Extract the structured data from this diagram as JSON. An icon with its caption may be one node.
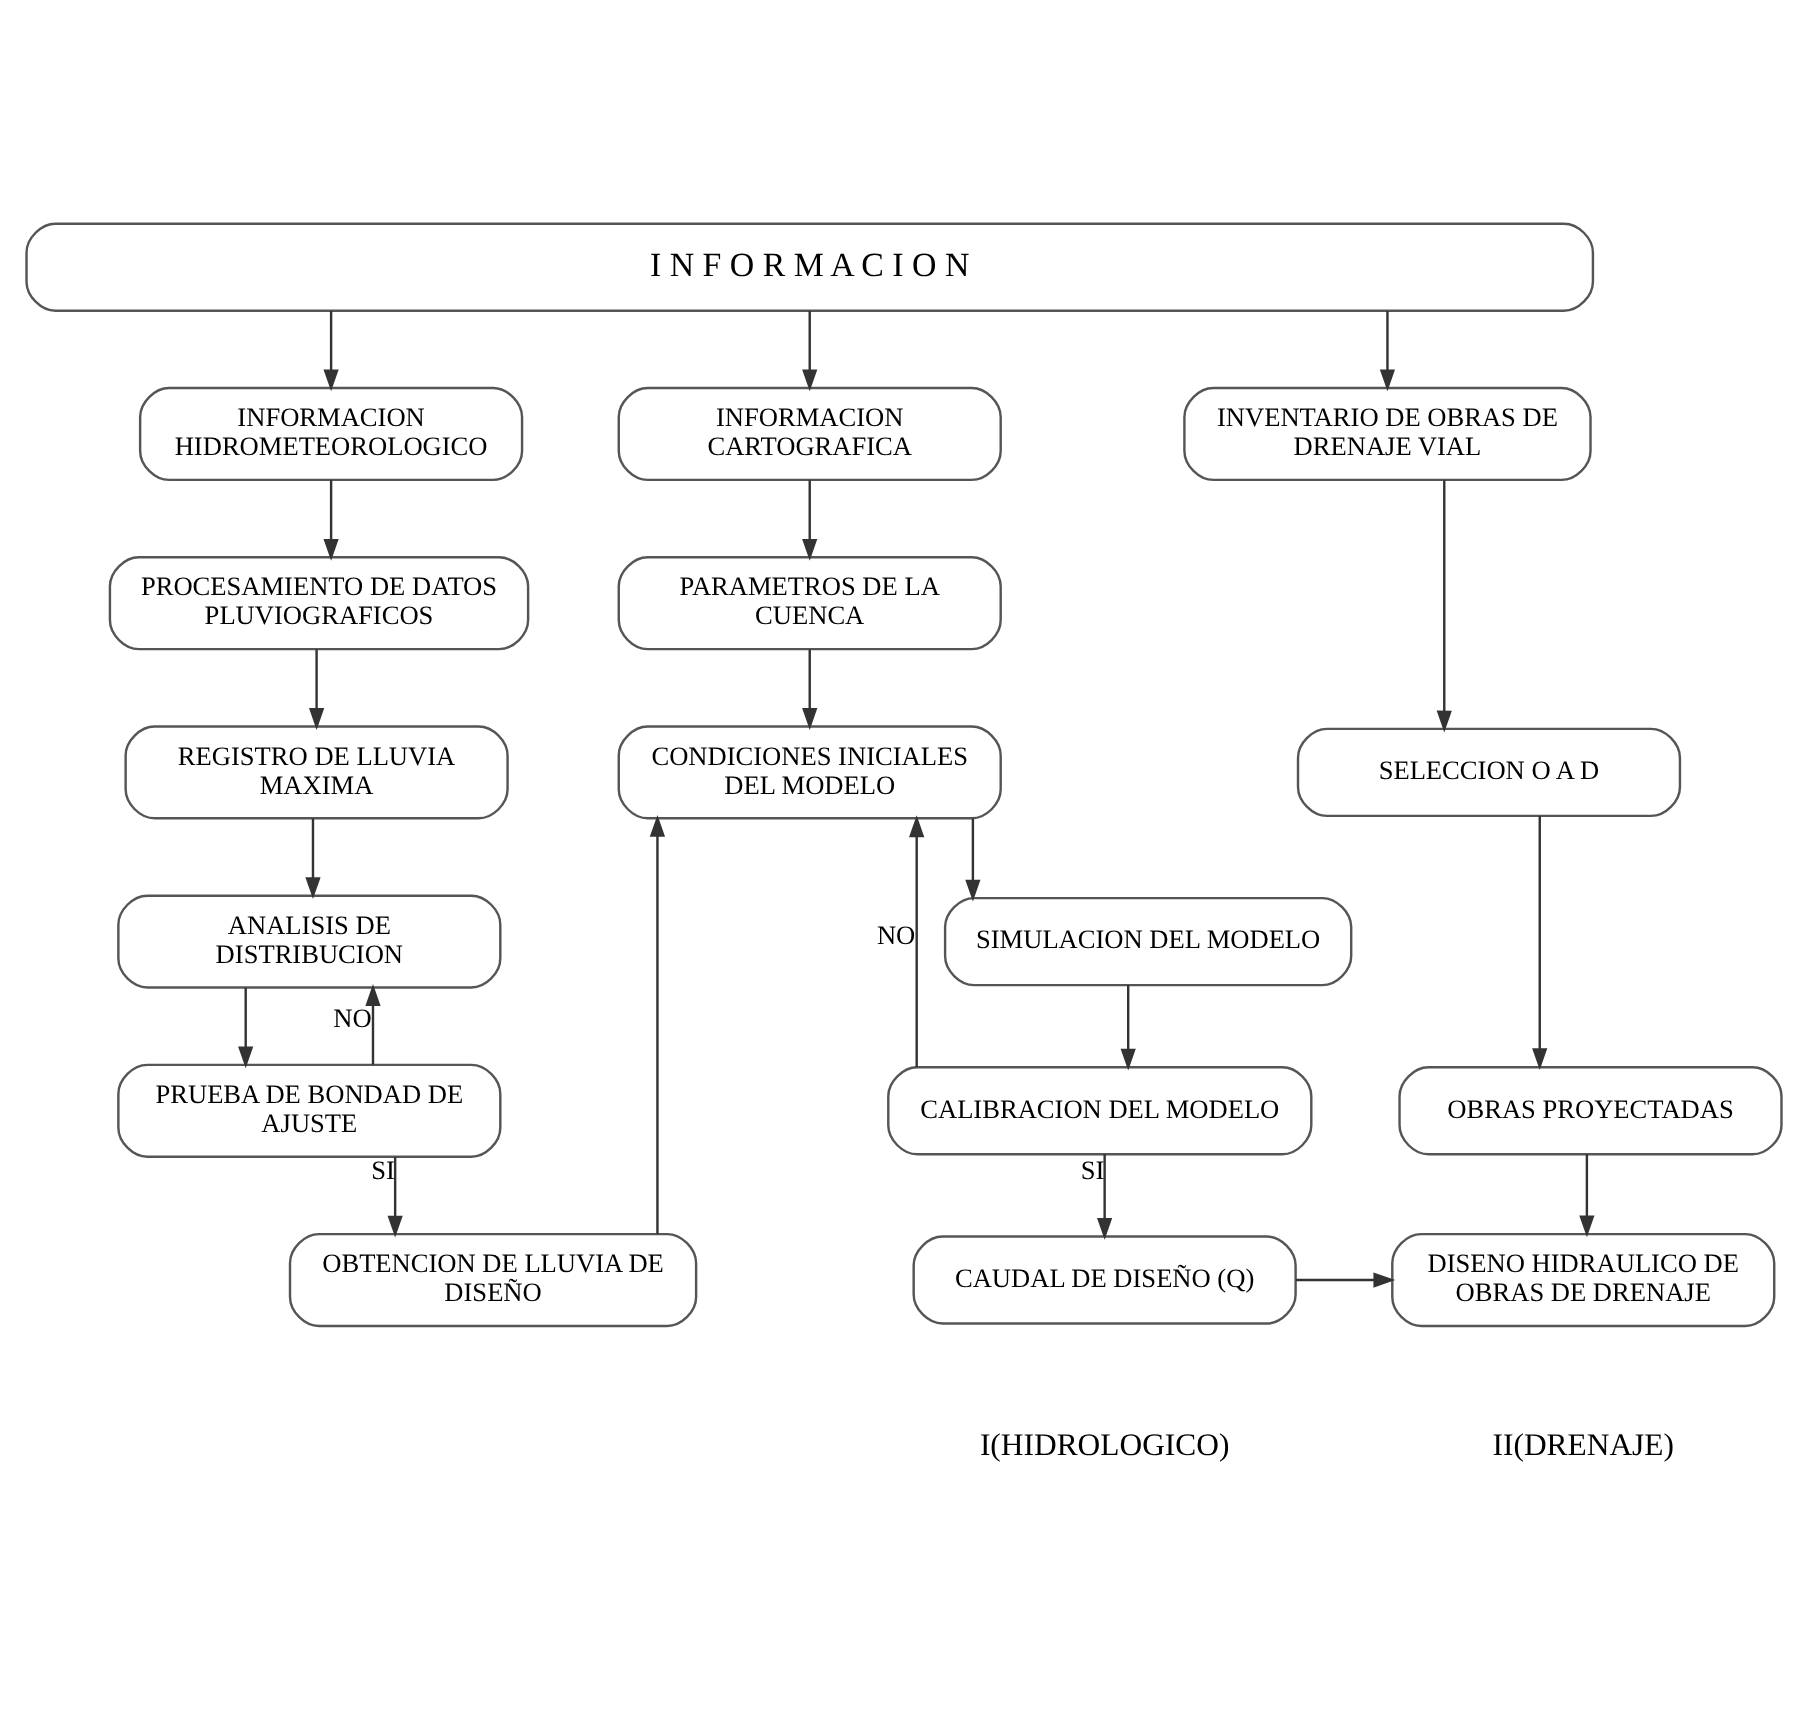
{
  "diagram": {
    "nodes": [
      {
        "text": [
          "I N F O R M A C I O N"
        ]
      },
      {
        "text": [
          "INFORMACION HIDROMETEOROLOGICO"
        ]
      },
      {
        "text": [
          "INFORMACION CARTOGRAFICA"
        ]
      },
      {
        "text": [
          "INVENTARIO DE OBRAS DE DRENAJE VIAL"
        ]
      },
      {
        "text": [
          "PROCESAMIENTO DE DATOS PLUVIOGRAFICOS"
        ]
      },
      {
        "text": [
          "PARAMETROS DE LA CUENCA"
        ]
      },
      {
        "text": [
          "REGISTRO DE LLUVIA MAXIMA"
        ]
      },
      {
        "text": [
          "CONDICIONES INICIALES DEL MODELO"
        ]
      },
      {
        "text": [
          "SELECCION O A D"
        ]
      },
      {
        "text": [
          "ANALISIS DE DISTRIBUCION"
        ]
      },
      {
        "text": [
          "SIMULACION DEL MODELO"
        ]
      },
      {
        "text": [
          "PRUEBA DE BONDAD DE AJUSTE"
        ]
      },
      {
        "text": [
          "OBRAS PROYECTADAS"
        ]
      },
      {
        "text": [
          "CALIBRACION DEL MODELO"
        ]
      },
      {
        "text": [
          "OBTENCION DE LLUVIA DE DISEÑO"
        ]
      },
      {
        "text": [
          "CAUDAL DE DISEÑO (Q)"
        ]
      },
      {
        "text": [
          "DISENO HIDRAULICO DE OBRAS DE DRENAJE"
        ]
      }
    ],
    "edges": [
      {
        "from": 0,
        "to": 1,
        "arrow": "to"
      },
      {
        "from": 0,
        "to": 2,
        "arrow": "to"
      },
      {
        "from": 0,
        "to": 3,
        "arrow": "to"
      },
      {
        "from": 1,
        "to": 4,
        "arrow": "to"
      },
      {
        "from": 4,
        "to": 6,
        "arrow": "to"
      },
      {
        "from": 6,
        "to": 9,
        "arrow": "to"
      },
      {
        "from": 9,
        "to": 11,
        "arrow": "to"
      },
      {
        "from": 11,
        "to": 9,
        "arrow": "to",
        "label": "NO"
      },
      {
        "from": 11,
        "to": 14,
        "arrow": "to",
        "label": "SI"
      },
      {
        "from": 14,
        "to": 7,
        "arrow": "to"
      },
      {
        "from": 2,
        "to": 5,
        "arrow": "to"
      },
      {
        "from": 5,
        "to": 7,
        "arrow": "to"
      },
      {
        "from": 7,
        "to": 10,
        "arrow": "to"
      },
      {
        "from": 10,
        "to": 13,
        "arrow": "to"
      },
      {
        "from": 13,
        "to": 7,
        "arrow": "to",
        "label": "NO"
      },
      {
        "from": 13,
        "to": 15,
        "arrow": "to",
        "label": "SI"
      },
      {
        "from": 15,
        "to": 16,
        "arrow": "to"
      },
      {
        "from": 3,
        "to": 8,
        "arrow": "to"
      },
      {
        "from": 8,
        "to": 12,
        "arrow": "to"
      },
      {
        "from": 12,
        "to": 16,
        "arrow": "to"
      }
    ],
    "labels": [
      "I(HIDROLOGICO)",
      "II(DRENAJE)"
    ]
  }
}
